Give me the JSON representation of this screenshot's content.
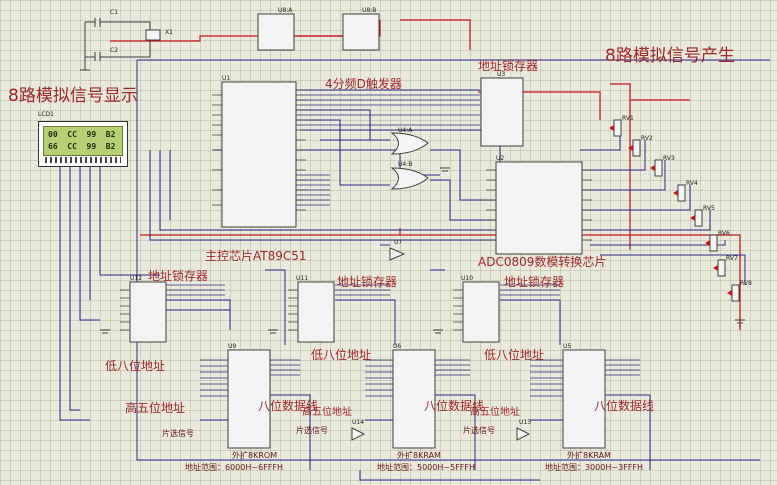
{
  "labels": {
    "display_title": "8路模拟信号显示",
    "signal_title": "8路模拟信号产生",
    "flipflop": "4分频D触发器",
    "latch_top": "地址锁存器",
    "mcu": "主控芯片AT89C51",
    "adc": "ADC0809数模转换芯片",
    "latch_1": "地址锁存器",
    "latch_2": "地址锁存器",
    "latch_3": "地址锁存器",
    "low8_1": "低八位地址",
    "low8_2": "低八位地址",
    "low8_3": "低八位地址",
    "high5_1": "高五位地址",
    "high5_2": "高五位地址",
    "high5_3": "高五位地址",
    "data8_1": "八位数据线",
    "data8_2": "八位数据线",
    "data8_3": "八位数据线",
    "cs_1": "片选信号",
    "cs_2": "片选信号",
    "cs_3": "片选信号",
    "ext_rom": "外扩8KROM",
    "ext_ram_1": "外扩8KRAM",
    "ext_ram_2": "外扩8KRAM",
    "range_rom": "地址范围：6000H~6FFFH",
    "range_ram_1": "地址范围：5000H~5FFFH",
    "range_ram_2": "地址范围：3000H~3FFFH"
  },
  "refs": {
    "c1": "C1",
    "c2": "C2",
    "x1": "X1",
    "u8a": "U8:A",
    "u8b": "U8:B",
    "u1": "U1",
    "u2": "U2",
    "u3": "U3",
    "u4a": "U4:A",
    "u4b": "U4:B",
    "u7": "U7",
    "u9": "U9",
    "u10": "U10",
    "u11": "U11",
    "u12": "U12",
    "u5": "U5",
    "u6": "U6",
    "u13": "U13",
    "u14": "U14",
    "lcd": "LCD1",
    "rv1": "RV1",
    "rv2": "RV2",
    "rv3": "RV3",
    "rv4": "RV4",
    "rv5": "RV5",
    "rv6": "RV6",
    "rv7": "RV7",
    "rv8": "RV8"
  },
  "lcd": {
    "line1": "00  CC  99  B2",
    "line2": "66  CC  99  B2"
  },
  "colors": {
    "wire": "#1f1f7a",
    "red_wire": "#c01818",
    "chip_fill": "#f4f4f4",
    "label": "#a0282a"
  }
}
